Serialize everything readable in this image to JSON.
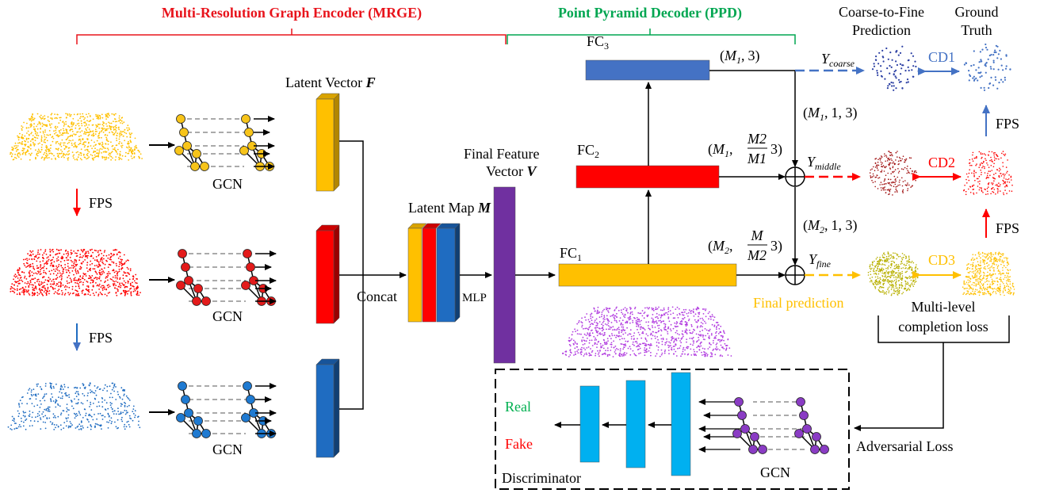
{
  "titles": {
    "mrge": "Multi-Resolution Graph Encoder (MRGE)",
    "ppd": "Point Pyramid Decoder (PPD)",
    "coarse_to_fine_line1": "Coarse-to-Fine",
    "coarse_to_fine_line2": "Prediction",
    "ground_truth_line1": "Ground",
    "ground_truth_line2": "Truth"
  },
  "labels": {
    "latent_vector": "Latent Vector ",
    "latent_vector_sym": "F",
    "latent_map": "Latent Map ",
    "latent_map_sym": "M",
    "final_feature_line1": "Final Feature",
    "final_feature_line2": "Vector ",
    "final_feature_sym": "V",
    "gcn": "GCN",
    "fps": "FPS",
    "concat": "Concat",
    "mlp": "MLP",
    "fc": "FC",
    "fc1_sub": "1",
    "fc2_sub": "2",
    "fc3_sub": "3",
    "final_prediction": "Final prediction",
    "multi_level_line1": "Multi-level",
    "multi_level_line2": "completion loss",
    "adversarial_loss": "Adversarial Loss",
    "real": "Real",
    "fake": "Fake",
    "discriminator": "Discriminator",
    "cd1": "CD1",
    "cd2": "CD2",
    "cd3": "CD3",
    "y": "Y",
    "y_coarse_sub": "coarse",
    "y_middle_sub": "middle",
    "y_fine_sub": "fine"
  },
  "dimensions": {
    "m1": "M",
    "m1_sub": "1",
    "m2": "M",
    "m2_sub": "2",
    "three": "3)",
    "one_three": "1, 3)",
    "open_paren": "(",
    "comma": ",",
    "frac_m2": "M2",
    "frac_m1": "M1",
    "frac_m": "M"
  },
  "colors": {
    "mrge_title": "#e8141c",
    "ppd_title": "#00a651",
    "yellow": "#ffc000",
    "red": "#ff0000",
    "blue": "#1f6cc1",
    "fc3_blue": "#4472c4",
    "purple": "#7030a0",
    "cyan": "#00b0f0",
    "green_text": "#00b050",
    "olive": "#b8b000",
    "gcn_yellow": "#f7c41a",
    "gcn_red": "#e31b1b",
    "gcn_blue": "#1f7ad1",
    "gcn_purple": "#8a3cc4"
  }
}
